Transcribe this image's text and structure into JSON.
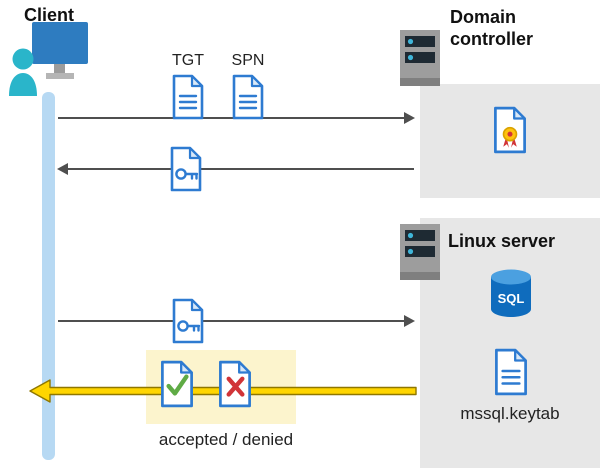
{
  "diagram": {
    "client": {
      "label": "Client"
    },
    "domain_controller": {
      "label_line1": "Domain",
      "label_line2": "controller"
    },
    "linux_server": {
      "label": "Linux server",
      "sql_badge": "SQL",
      "keytab_file": "mssql.keytab"
    },
    "flow": {
      "tgt_label": "TGT",
      "spn_label": "SPN",
      "result_label": "accepted / denied"
    }
  },
  "colors": {
    "doc_blue": "#2e7bd1",
    "panel_gray": "#e7e7e7",
    "lifeline_blue": "#b7d9f3",
    "highlight_yellow": "#fcf4cd",
    "arrow_yellow": "#ffd500",
    "arrow_gray": "#4f4f4f",
    "check_green": "#5fab45",
    "cross_red": "#d13438",
    "sql_blue": "#0f6cbd",
    "person_teal": "#2ab5ca",
    "seal_yellow": "#ffc20e"
  }
}
